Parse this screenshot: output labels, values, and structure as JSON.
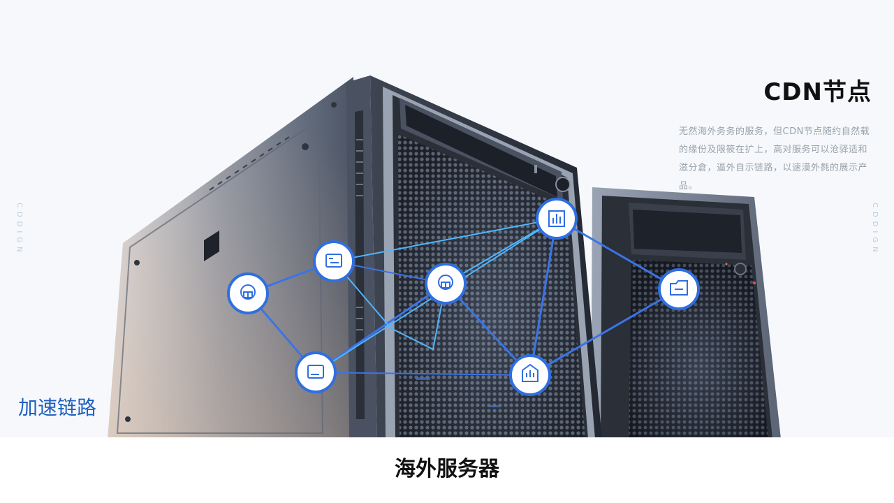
{
  "heading": "CDN节点",
  "description": "无然海外务务的服务，但CDN节点随约自然载的缘份及限筱在扩上，高对服务可以沧驿适和滋分倉，逼外自示链路，以速漠外毵的展示产品。",
  "accent_label": "加速链路",
  "caption": "海外服务器",
  "side_text_left": "CDDIGN",
  "side_text_right": "CDDIGN",
  "icons": {
    "n1": "cloud-user-icon",
    "n2": "panel-icon",
    "n3": "cloud-user-icon",
    "n4": "bar-chart-icon",
    "n5": "folder-icon",
    "n6": "monitor-icon",
    "n7": "chart-box-icon"
  },
  "colors": {
    "accent": "#1f5fbf",
    "node_ring": "#2f6fe0",
    "link": "#3b74e6",
    "link_light": "#4fb6ff",
    "text_dark": "#111111",
    "text_muted": "#9aa3ad"
  }
}
